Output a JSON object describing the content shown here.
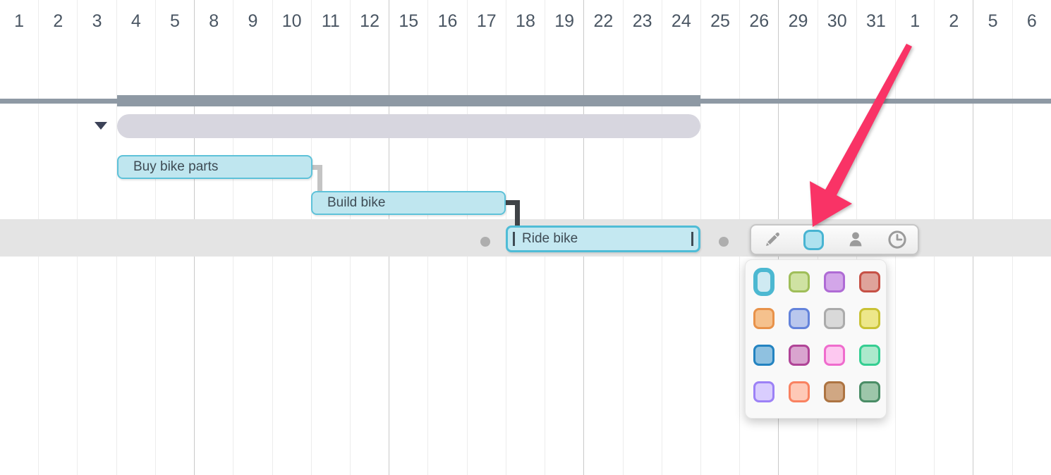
{
  "timeline": {
    "days": [
      {
        "label": "1"
      },
      {
        "label": "2"
      },
      {
        "label": "3"
      },
      {
        "label": "4"
      },
      {
        "label": "5",
        "week_end": true
      },
      {
        "label": "8"
      },
      {
        "label": "9"
      },
      {
        "label": "10"
      },
      {
        "label": "11"
      },
      {
        "label": "12",
        "week_end": true
      },
      {
        "label": "15"
      },
      {
        "label": "16"
      },
      {
        "label": "17"
      },
      {
        "label": "18"
      },
      {
        "label": "19",
        "week_end": true
      },
      {
        "label": "22"
      },
      {
        "label": "23"
      },
      {
        "label": "24"
      },
      {
        "label": "25"
      },
      {
        "label": "26",
        "week_end": true
      },
      {
        "label": "29"
      },
      {
        "label": "30"
      },
      {
        "label": "31"
      },
      {
        "label": "1"
      },
      {
        "label": "2",
        "week_end": true
      },
      {
        "label": "5"
      },
      {
        "label": "6"
      }
    ],
    "header_text_color": "#4A5663",
    "divider_color": "#8E99A4"
  },
  "tasks": {
    "group": {
      "type": "collapsed-group",
      "bar_color": "#D7D6DF",
      "span_days": "4-24"
    },
    "items": [
      {
        "name": "Buy bike parts",
        "fill": "#BFE6EF",
        "border": "#5EC2D9",
        "selected": false
      },
      {
        "name": "Build bike",
        "fill": "#BFE6EF",
        "border": "#5EC2D9",
        "selected": false
      },
      {
        "name": "Ride bike",
        "fill": "#C4E8F1",
        "border": "#4FBCD6",
        "selected": true
      }
    ]
  },
  "selected_row": {
    "highlight_color": "#E4E4E4"
  },
  "toolbar": {
    "buttons": [
      {
        "name": "edit",
        "icon": "pencil-icon"
      },
      {
        "name": "color",
        "icon": "color-swatch-icon",
        "swatch_fill": "#AEE2EF",
        "swatch_border": "#48B4D2",
        "active": true
      },
      {
        "name": "assignee",
        "icon": "person-icon"
      },
      {
        "name": "schedule",
        "icon": "clock-icon"
      }
    ]
  },
  "color_picker": {
    "swatches": [
      {
        "fill": "#CFEAF2",
        "border": "#4CB8D1",
        "selected": true
      },
      {
        "fill": "#CFE2A2",
        "border": "#9FBE59",
        "selected": false
      },
      {
        "fill": "#D3A6E9",
        "border": "#AF6BD5",
        "selected": false
      },
      {
        "fill": "#DFA39B",
        "border": "#C65146",
        "selected": false
      },
      {
        "fill": "#F5C18D",
        "border": "#E8924A",
        "selected": false
      },
      {
        "fill": "#B9C7ED",
        "border": "#6383DB",
        "selected": false
      },
      {
        "fill": "#D9D9D9",
        "border": "#ABABAB",
        "selected": false
      },
      {
        "fill": "#EDE78A",
        "border": "#C9C235",
        "selected": false
      },
      {
        "fill": "#8FC1E0",
        "border": "#2383C1",
        "selected": false
      },
      {
        "fill": "#D9A4CF",
        "border": "#B04497",
        "selected": false
      },
      {
        "fill": "#FDC8F0",
        "border": "#EF6CCD",
        "selected": false
      },
      {
        "fill": "#ACE9CC",
        "border": "#35CE92",
        "selected": false
      },
      {
        "fill": "#D9CDFE",
        "border": "#9C81F6",
        "selected": false
      },
      {
        "fill": "#FEC9B7",
        "border": "#F98261",
        "selected": false
      },
      {
        "fill": "#D0A783",
        "border": "#AD7442",
        "selected": false
      },
      {
        "fill": "#9DC6AA",
        "border": "#4A8D66",
        "selected": false
      }
    ]
  },
  "annotation": {
    "arrow_color": "#F93366",
    "points_at": "color-button"
  }
}
